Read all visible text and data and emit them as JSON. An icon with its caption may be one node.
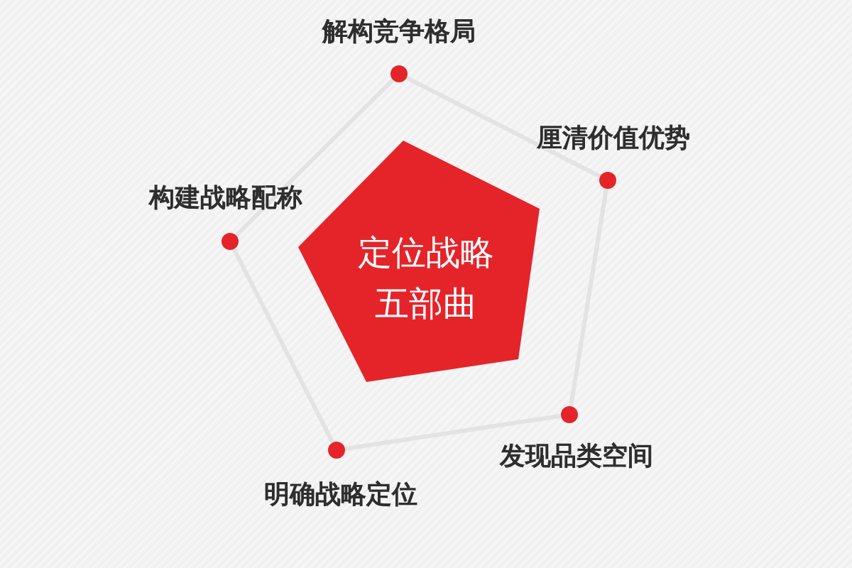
{
  "diagram": {
    "nodes": [
      {
        "text": [
          "定位战略五部曲"
        ]
      },
      {
        "text": [],
        "shape": "circle",
        "beside": [
          "解构竞争格局"
        ]
      },
      {
        "text": [],
        "shape": "circle"
      },
      {
        "text": [],
        "shape": "circle",
        "beside": [
          "发现品类空间"
        ]
      },
      {
        "text": [],
        "shape": "circle",
        "beside": [
          "明确战略定位"
        ]
      },
      {
        "text": [],
        "shape": "circle"
      }
    ],
    "edges": [
      {
        "from": 1,
        "to": 2,
        "arrow": "none"
      },
      {
        "from": 2,
        "to": 3,
        "arrow": "none"
      },
      {
        "from": 3,
        "to": 4,
        "arrow": "none"
      },
      {
        "from": 4,
        "to": 5,
        "arrow": "none"
      },
      {
        "from": 5,
        "to": 1,
        "arrow": "none"
      }
    ],
    "labels": [
      "厘清价值优势",
      "构建战略配称"
    ]
  }
}
